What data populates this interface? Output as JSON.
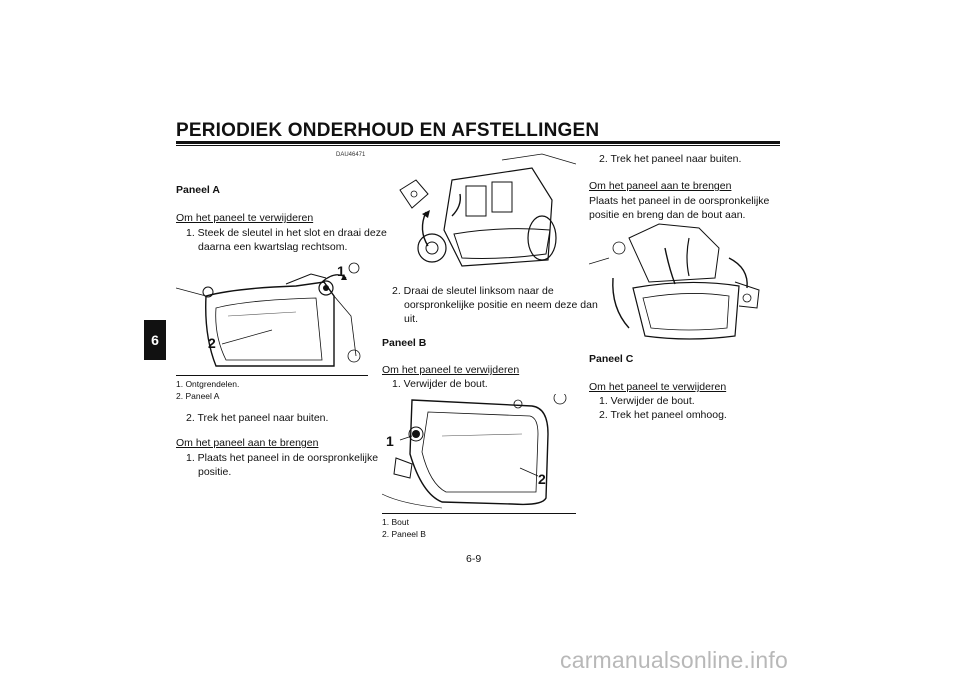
{
  "header": {
    "title": "PERIODIEK ONDERHOUD EN AFSTELLINGEN",
    "chapter": "6"
  },
  "col1": {
    "code": "DAU46471",
    "heading": "Paneel A",
    "remove_title": "Om het paneel te verwijderen",
    "step1": "1. Steek de sleutel in het slot en draai deze daarna een kwartslag rechtsom.",
    "fig_labels": [
      "1",
      "2"
    ],
    "captions": [
      "1. Ontgrendelen.",
      "2. Paneel A"
    ],
    "step2": "2. Trek het paneel naar buiten.",
    "install_title": "Om het paneel aan te brengen",
    "install_step1": "1. Plaats het paneel in de oorspronkelijke positie."
  },
  "col2": {
    "step2": "2. Draai de sleutel linksom naar de oorspronkelijke positie en neem deze dan uit.",
    "heading": "Paneel B",
    "remove_title": "Om het paneel te verwijderen",
    "step1": "1. Verwijder de bout.",
    "fig_labels": [
      "1",
      "2"
    ],
    "captions": [
      "1. Bout",
      "2. Paneel B"
    ]
  },
  "col3": {
    "step2": "2. Trek het paneel naar buiten.",
    "install_title": "Om het paneel aan te brengen",
    "install_text": "Plaats het paneel in de oorspronkelijke positie en breng dan de bout aan.",
    "heading": "Paneel C",
    "remove_title": "Om het paneel te verwijderen",
    "steps": [
      "1. Verwijder de bout.",
      "2. Trek het paneel omhoog."
    ]
  },
  "footer": {
    "page_number": "6-9",
    "watermark": "carmanualsonline.info"
  }
}
